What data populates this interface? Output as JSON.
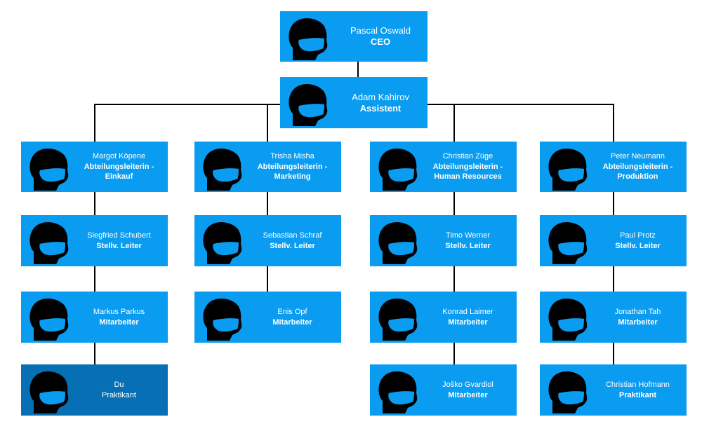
{
  "ceo": {
    "name": "Pascal Oswald",
    "role": "CEO"
  },
  "assistant": {
    "name": "Adam Kahirov",
    "role": "Assistent"
  },
  "columns": [
    {
      "head": {
        "name": "Margot Köpene",
        "role": "Abteilungsleiterin - Einkauf"
      },
      "members": [
        {
          "name": "Siegfried Schubert",
          "role": "Stellv. Leiter"
        },
        {
          "name": "Markus Parkus",
          "role": "Mitarbeiter"
        },
        {
          "name": "Du",
          "role": "Praktikant",
          "highlight": true
        }
      ]
    },
    {
      "head": {
        "name": "Trisha Misha",
        "role": "Abteilungsleiterin - Marketing"
      },
      "members": [
        {
          "name": "Sebastian Schraf",
          "role": "Stellv. Leiter"
        },
        {
          "name": "Enis Opf",
          "role": "Mitarbeiter"
        }
      ]
    },
    {
      "head": {
        "name": "Christian Züge",
        "role": "Abteilungsleiterin - Human Resources"
      },
      "members": [
        {
          "name": "Timo Werner",
          "role": "Stellv. Leiter"
        },
        {
          "name": "Konrad Laimer",
          "role": "Mitarbeiter"
        },
        {
          "name": "Joško Gvardiol",
          "role": "Mitarbeiter"
        }
      ]
    },
    {
      "head": {
        "name": "Peter Neumann",
        "role": "Abteilungsleiterin - Produktion"
      },
      "members": [
        {
          "name": "Paul Protz",
          "role": "Stellv. Leiter"
        },
        {
          "name": "Jonathan Tah",
          "role": "Mitarbeiter"
        },
        {
          "name": "Christian Hofmann",
          "role": "Praktikant"
        }
      ]
    }
  ],
  "colors": {
    "box": "#0a9cf0",
    "highlight_box": "#0770b5",
    "connector": "#000000",
    "avatar": "#000000",
    "mask": "#0a9cf0"
  },
  "icons": {
    "avatar": "person-with-mask-icon"
  }
}
